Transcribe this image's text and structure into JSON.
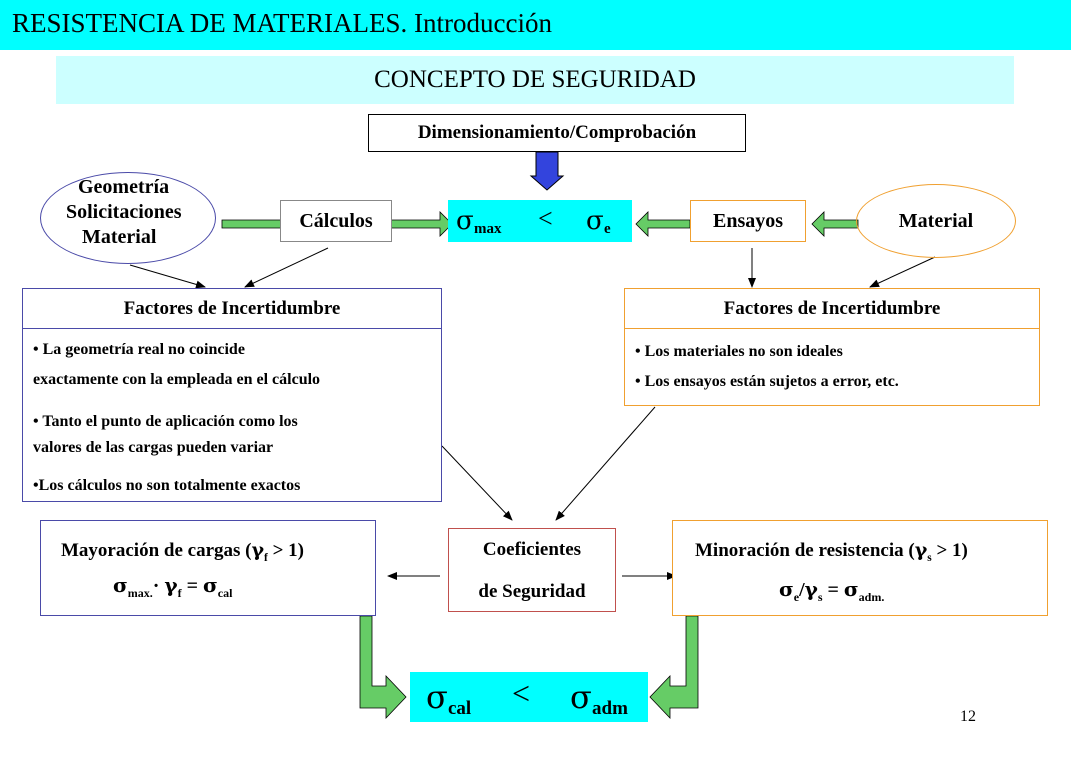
{
  "header": {
    "title": "RESISTENCIA DE MATERIALES. Introducción",
    "bg": "#00ffff"
  },
  "banner": {
    "title": "CONCEPTO DE SEGURIDAD",
    "bg": "#ccffff"
  },
  "top_box": {
    "label": "Dimensionamiento/Comprobación"
  },
  "left_ellipse": {
    "line1": "Geometría",
    "line2": "Solicitaciones",
    "line3": "Material"
  },
  "calculos": {
    "label": "Cálculos"
  },
  "center_compare": {
    "sigma": "σ",
    "left_sub": "max",
    "op": "<",
    "right_sub": "e"
  },
  "ensayos": {
    "label": "Ensayos"
  },
  "material": {
    "label": "Material"
  },
  "factors_left": {
    "title": "Factores de Incertidumbre",
    "items": [
      {
        "line1": "• La geometría real no coincide",
        "line2": "exactamente con la empleada en el cálculo"
      },
      {
        "line1": "• Tanto el punto de aplicación como los",
        "line2": "valores de las cargas pueden variar"
      },
      {
        "line1": "•Los cálculos no son totalmente exactos"
      }
    ]
  },
  "factors_right": {
    "title": "Factores de Incertidumbre",
    "items": [
      "• Los materiales no son ideales",
      "• Los ensayos están sujetos a error, etc."
    ]
  },
  "mayoracion": {
    "title": "Mayoración de cargas (",
    "gamma": "γ",
    "gamma_sub": "f",
    "title_end": " > 1)",
    "eq_sigma": "σ",
    "eq_sub1": "max.",
    "eq_dot": "· ",
    "eq_gamma": "γ",
    "eq_gamma_sub": "f",
    "eq_equals": " = ",
    "eq_sigma2": "σ",
    "eq_sub2": "cal"
  },
  "coeficientes": {
    "line1": "Coeficientes",
    "line2": "de Seguridad"
  },
  "minoracion": {
    "title": "Minoración de resistencia (",
    "gamma": "γ",
    "gamma_sub": "s",
    "title_end": " > 1)",
    "eq_sigma": "σ",
    "eq_sub1": "e",
    "eq_slash": "/",
    "eq_gamma": "γ",
    "eq_gamma_sub": "s",
    "eq_equals": " = ",
    "eq_sigma2": "σ",
    "eq_sub2": "adm."
  },
  "bottom_compare": {
    "sigma": "σ",
    "left_sub": "cal",
    "op": "<",
    "right_sub": "adm"
  },
  "page_number": "12",
  "colors": {
    "cyan": "#00ffff",
    "light_cyan": "#ccffff",
    "blue_ellipse": "#4a4aa8",
    "orange": "#f0a030",
    "red_box": "#c0504d",
    "green_arrow": "#66cc66",
    "blue_arrow": "#3344dd"
  }
}
